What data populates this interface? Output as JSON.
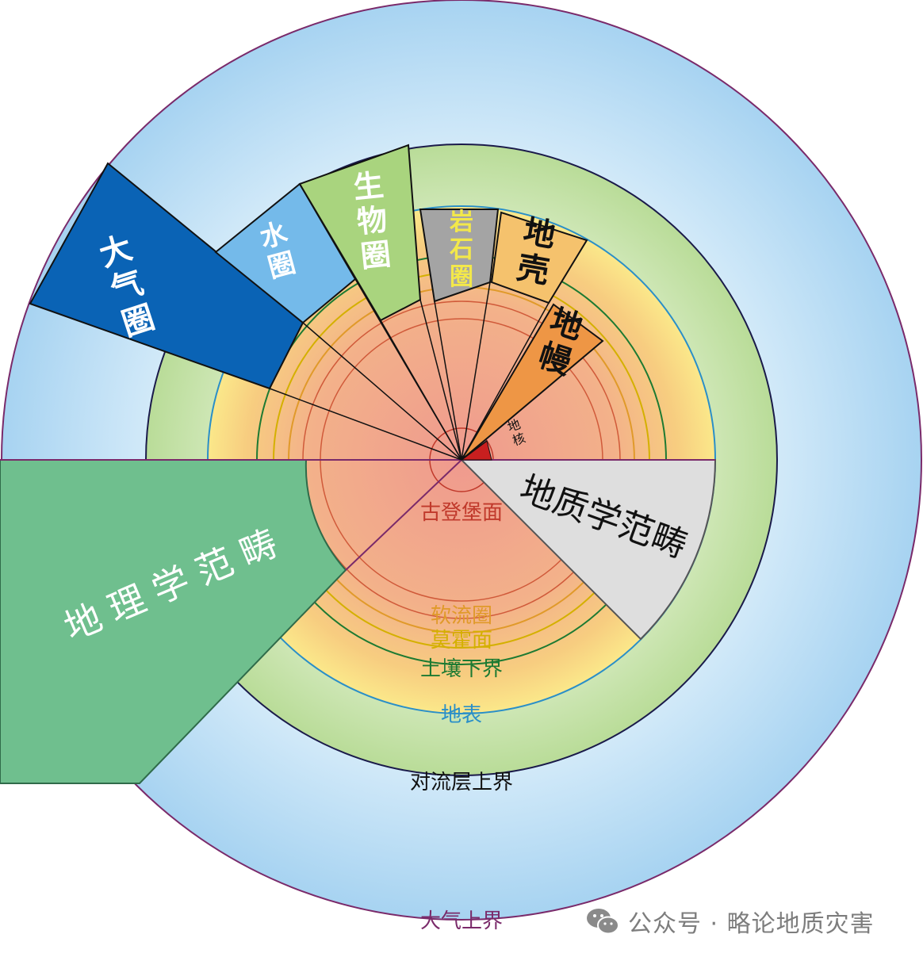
{
  "spheres": {
    "atmosphere": "大气圈",
    "hydrosphere": "水圈",
    "biosphere": "生物圈",
    "lithosphere": "岩石圈",
    "crust": "地壳",
    "mantle": "地幔",
    "core": "地核"
  },
  "categories": {
    "geography": "地理学范畴",
    "geology": "地质学范畴"
  },
  "boundaries": {
    "gutenberg": "古登堡面",
    "asthenosphere": "软流圈",
    "moho": "莫霍面",
    "soil_lower": "土壤下界",
    "surface": "地表",
    "troposphere_top": "对流层上界",
    "atmosphere_top": "大气上界"
  },
  "watermark": {
    "icon": "wechat-icon",
    "text": "公众号 · 略论地质灾害"
  },
  "colors": {
    "atmosphere_sector": "#0a63b5",
    "hydrosphere_sector": "#74baea",
    "biosphere_sector": "#a9d47e",
    "lithosphere_sector": "#a4a4a4",
    "crust_sector": "#f5c26d",
    "mantle_sector": "#ee9645",
    "core_sector": "#c81f1f",
    "geography_sector": "#6fbf8e",
    "geology_sector": "#dedede",
    "outer_ring": "#c6e2f5",
    "biosphere_ring": "#c6e3a7",
    "gutenberg_label": "#c0392b",
    "asthenosphere_label": "#e09a2a",
    "moho_label": "#d4b000",
    "soil_label": "#1d7a32",
    "surface_label": "#2a8fc8",
    "troposphere_label": "#111111",
    "atmosphere_top_label": "#7a2a6a"
  }
}
